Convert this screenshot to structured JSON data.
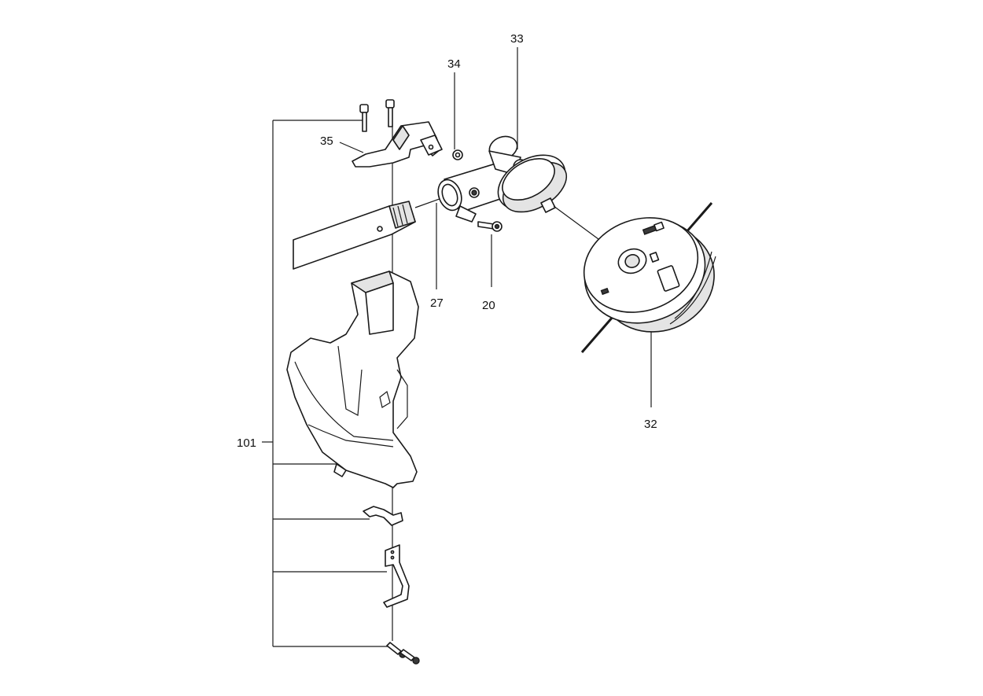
{
  "diagram": {
    "callouts": {
      "c33": "33",
      "c34": "34",
      "c35": "35",
      "c27": "27",
      "c20": "20",
      "c32": "32",
      "c101": "101"
    }
  }
}
